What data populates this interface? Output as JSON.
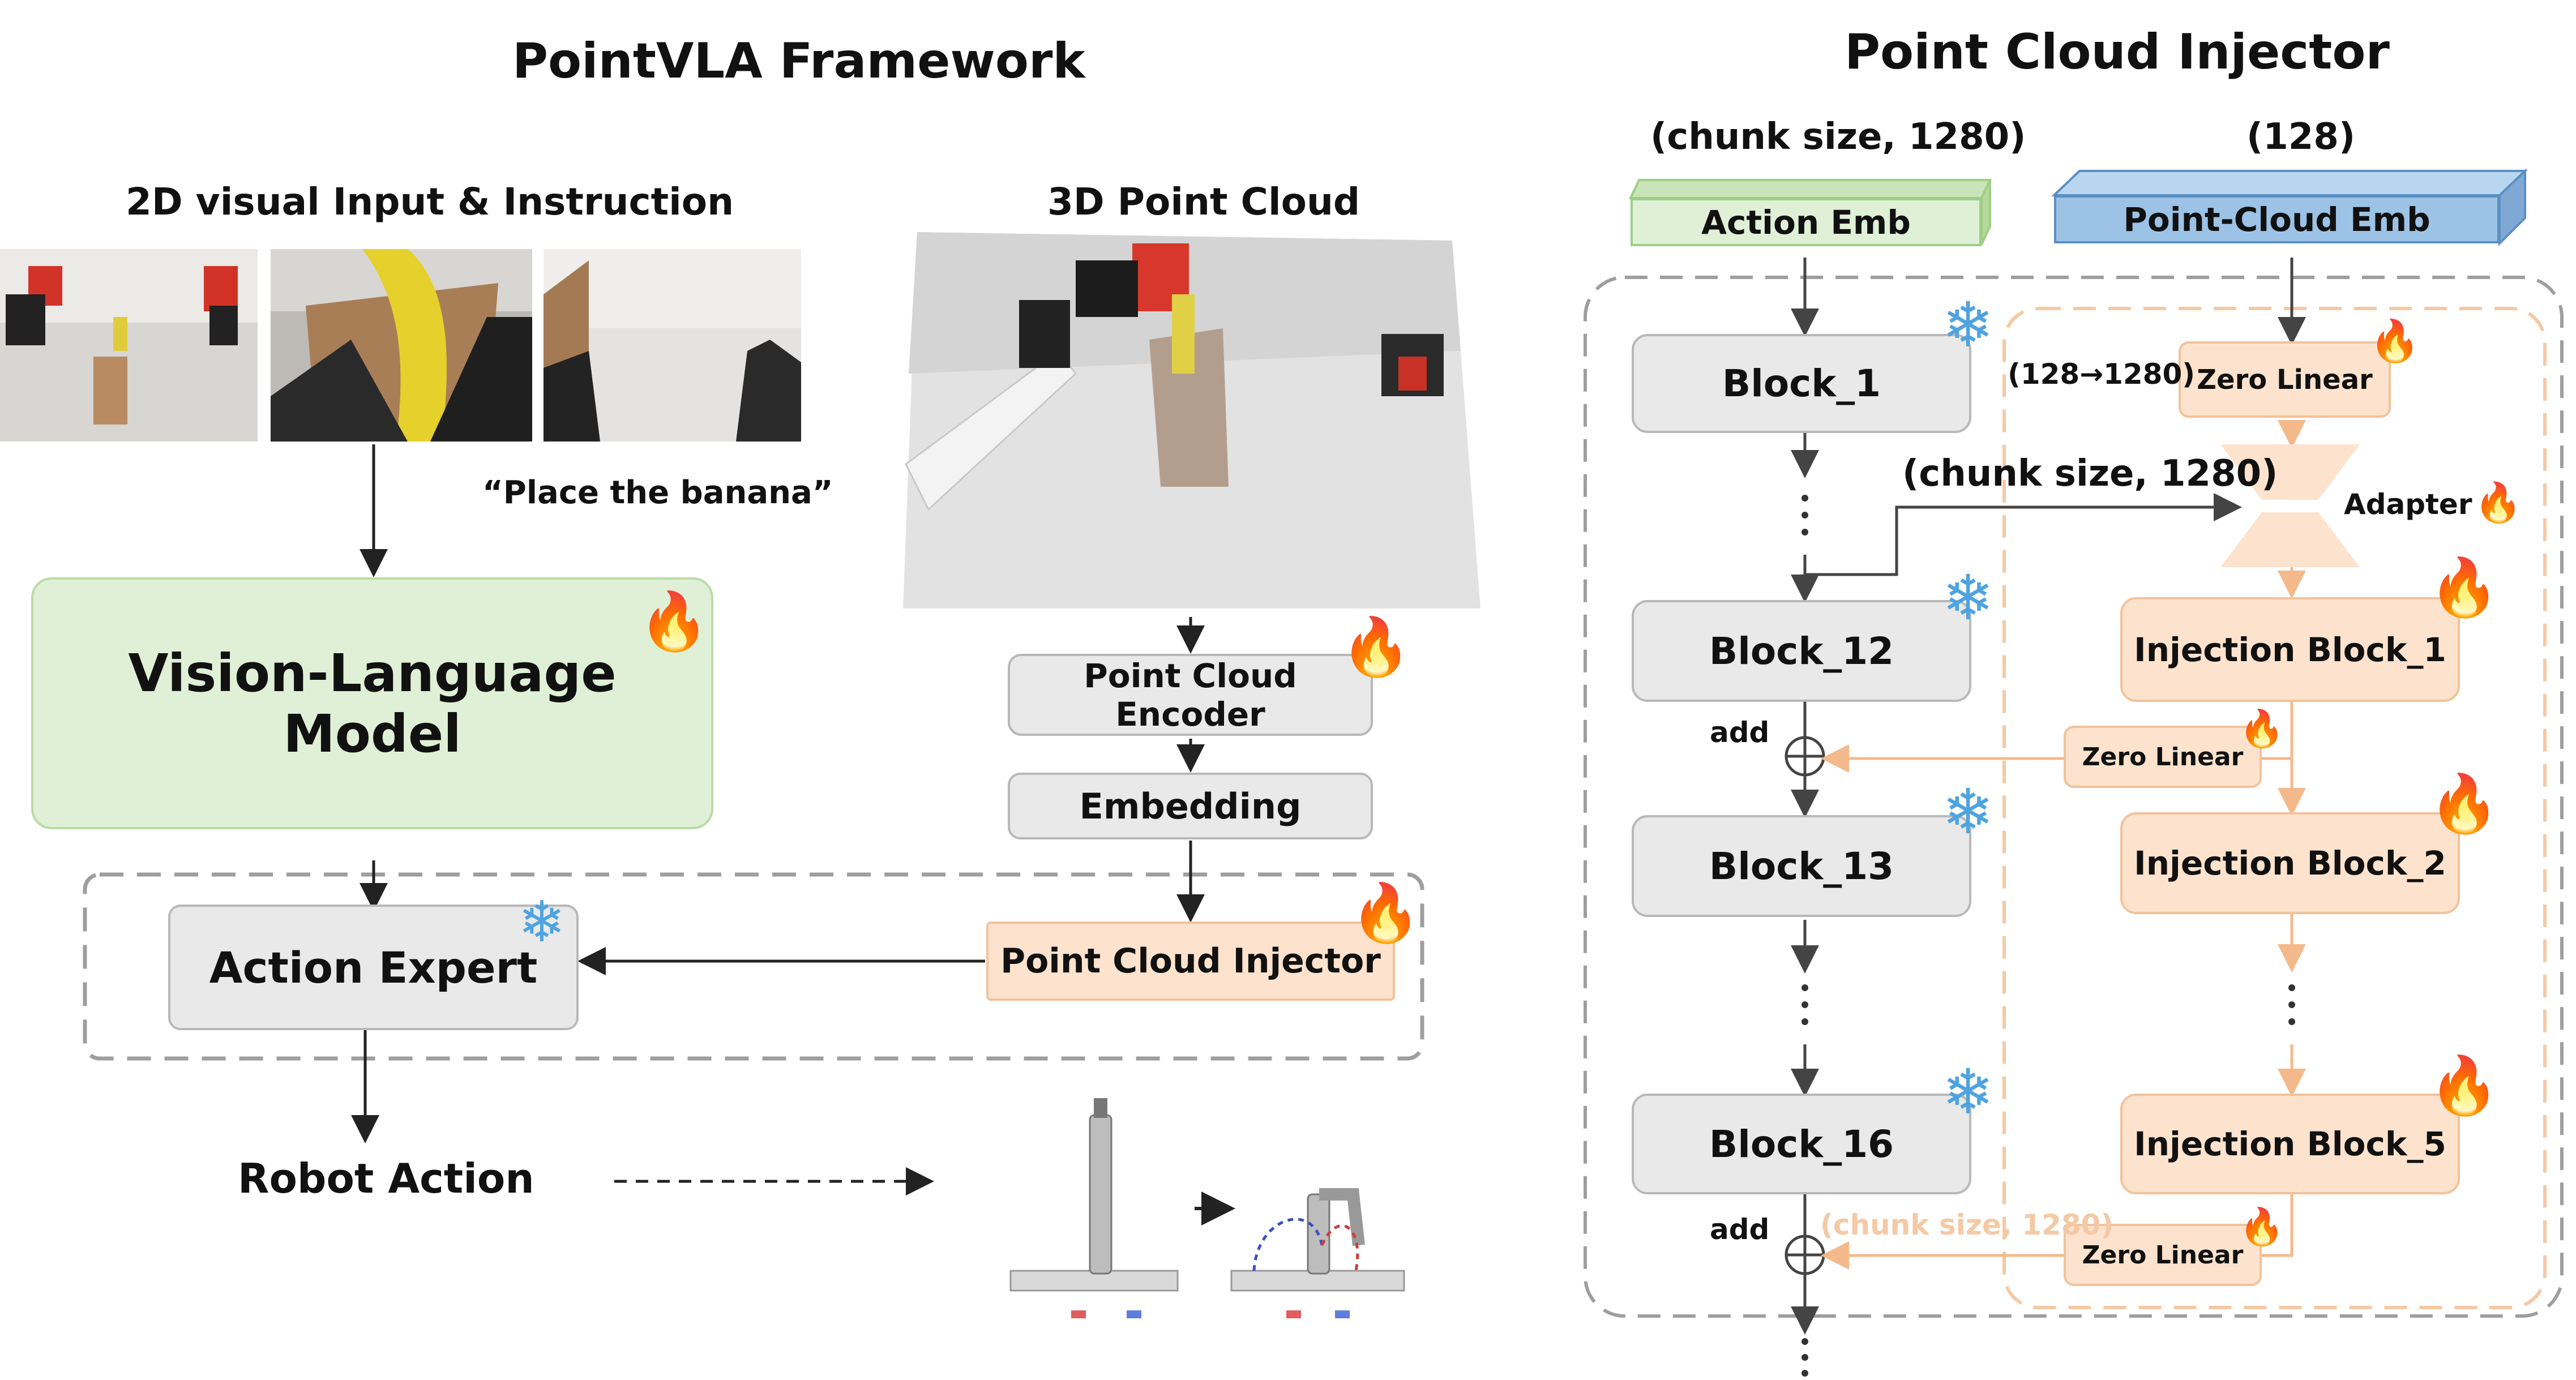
{
  "left_panel": {
    "title": "PointVLA Framework",
    "input_2d_title": "2D visual Input & Instruction",
    "input_3d_title": "3D Point Cloud",
    "instruction": "“Place the banana”",
    "vlm_label": "Vision-Language Model",
    "encoder_label": "Point Cloud Encoder",
    "embedding_label": "Embedding",
    "injector_label": "Point Cloud Injector",
    "action_expert_label": "Action Expert",
    "robot_action_label": "Robot Action"
  },
  "right_panel": {
    "title": "Point Cloud Injector",
    "action_emb_shape": "(chunk size, 1280)",
    "pc_emb_shape": "(128)",
    "action_emb_label": "Action Emb",
    "pc_emb_label": "Point-Cloud Emb",
    "blocks": [
      "Block_1",
      "Block_12",
      "Block_13",
      "Block_16"
    ],
    "zero_linear_top": "Zero Linear",
    "zero_linear_mid": "Zero Linear",
    "zero_linear_bottom": "Zero Linear",
    "proj_shape": "(128→1280)",
    "chunk_shape": "(chunk size, 1280)",
    "chunk_shape_faded": "(chunk size, 1280)",
    "adapter_label": "Adapter",
    "injection_blocks": [
      "Injection Block_1",
      "Injection Block_2",
      "Injection Block_5"
    ],
    "add_label_1": "add",
    "add_label_2": "add"
  },
  "legend_icons": {
    "trainable": "fire-icon",
    "frozen": "snowflake-icon"
  },
  "colors": {
    "gray_box": "#e9e9e9",
    "orange_box": "#fde3cd",
    "green_box": "#dff0d6",
    "blue_emb": "#9cc3e6",
    "orange_arrow": "#f4b98a",
    "snowflake": "#4ea3e0",
    "fire": "#f2761e"
  }
}
